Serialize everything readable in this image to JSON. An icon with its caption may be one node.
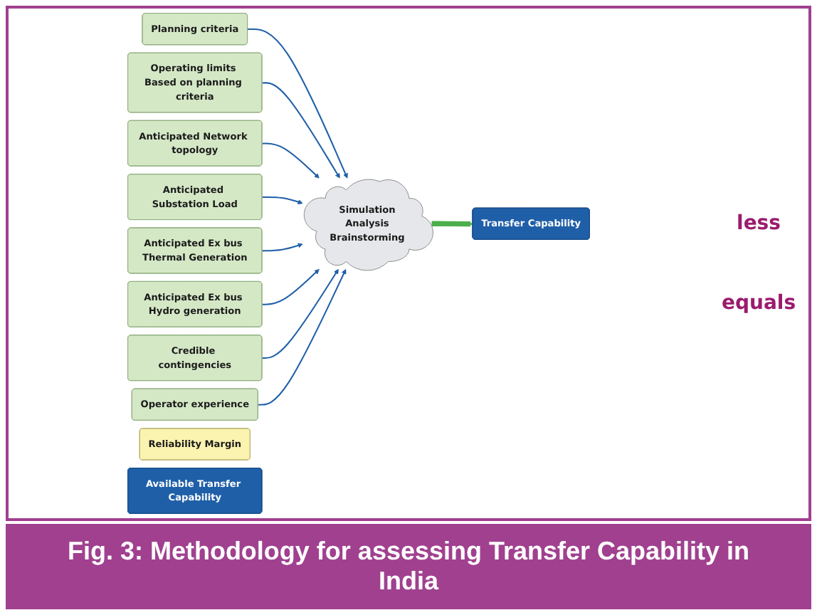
{
  "diagram": {
    "caption": "Fig. 3: Methodology for assessing Transfer Capability in India",
    "nodes": [
      {
        "text": [
          "Planning criteria"
        ]
      },
      {
        "text": [
          "Operating limits Based on planning criteria"
        ]
      },
      {
        "text": [
          "Anticipated Network topology"
        ]
      },
      {
        "text": [
          "Anticipated Substation Load"
        ]
      },
      {
        "text": [
          "Anticipated Ex bus Thermal Generation"
        ]
      },
      {
        "text": [
          "Anticipated Ex bus Hydro generation"
        ]
      },
      {
        "text": [
          "Simulation",
          "Analysis",
          "Brainstorming"
        ]
      },
      {
        "text": [
          "Credible contingencies"
        ]
      },
      {
        "text": [
          "Operator experience"
        ]
      },
      {
        "text": [
          "Transfer Capability"
        ]
      },
      {
        "text": [
          "Reliability Margin"
        ]
      },
      {
        "text": [
          "Available Transfer Capability"
        ]
      }
    ],
    "edges": [
      {
        "from": 0,
        "to": 6,
        "arrow": "to"
      },
      {
        "from": 1,
        "to": 6,
        "arrow": "to"
      },
      {
        "from": 2,
        "to": 6,
        "arrow": "to"
      },
      {
        "from": 3,
        "to": 6,
        "arrow": "to"
      },
      {
        "from": 4,
        "to": 6,
        "arrow": "to"
      },
      {
        "from": 5,
        "to": 6,
        "arrow": "to"
      },
      {
        "from": 7,
        "to": 6,
        "arrow": "to"
      },
      {
        "from": 8,
        "to": 6,
        "arrow": "to"
      },
      {
        "from": 6,
        "to": 9,
        "arrow": "to",
        "style": "thick",
        "color": "#4cae4c"
      }
    ],
    "labels": [
      "less",
      "equals"
    ]
  }
}
